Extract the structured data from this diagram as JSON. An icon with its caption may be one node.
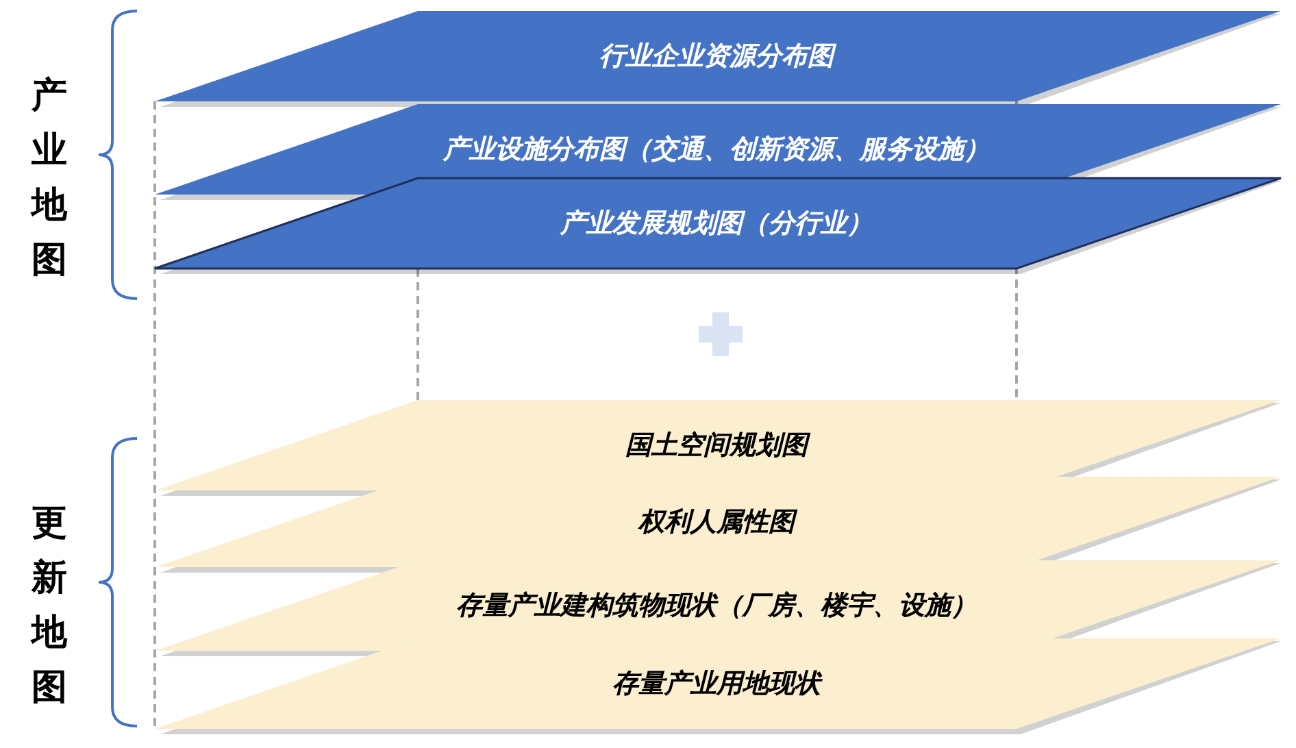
{
  "diagram": {
    "nodes": [
      {
        "text": [
          "行业企业资源分布图"
        ]
      },
      {
        "text": [
          "产业设施分布图（交通、创新资源、服务设施）"
        ]
      },
      {
        "text": [
          "产业发展规划图（分行业）"
        ]
      },
      {
        "text": [
          "国土空间规划图"
        ]
      },
      {
        "text": [
          "权利人属性图"
        ]
      },
      {
        "text": [
          "存量产业建构筑物现状（厂房、楼宇、设施）"
        ]
      },
      {
        "text": [
          "存量产业用地现状"
        ]
      }
    ],
    "labels": [
      "产业地图",
      "更新地图"
    ]
  }
}
